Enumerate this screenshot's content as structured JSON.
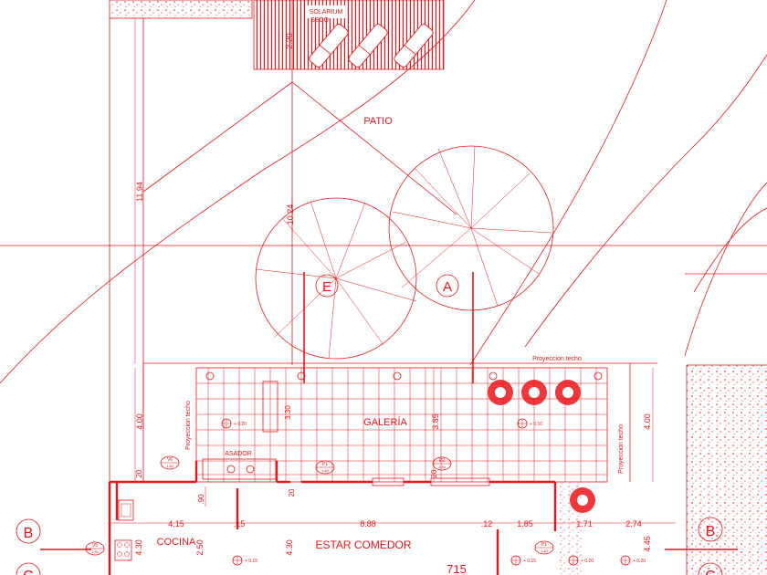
{
  "colors": {
    "line": "#e8161b",
    "background": "#ffffff"
  },
  "rooms": {
    "solarium": "SOLARIUM",
    "seco": "SECO",
    "patio": "PATIO",
    "galeria": "GALERÍA",
    "asador": "ASADOR",
    "cocina": "COCINA",
    "estar_comedor": "ESTAR COMEDOR"
  },
  "notes": {
    "proyeccion_top": "Proyeccion techo",
    "proyeccion_left": "Proyeccion techo",
    "proyeccion_right": "Proyeccion techo"
  },
  "grid_markers": {
    "e": "E",
    "a": "A",
    "b_left": "B",
    "b_right": "B",
    "c_left": "C",
    "c_right": "C"
  },
  "dimensions": {
    "d220": "2.20",
    "d1194": "11.94",
    "d1024": "10.24",
    "d400_left": "4.00",
    "d400_right": "4.00",
    "d385": "3.85",
    "d330": "3.30",
    "d20_a": "20",
    "d20_b": "20",
    "d20_c": "20",
    "d90": ".90",
    "d415": "4.15",
    "d15": ".15",
    "d888": "8.88",
    "d12": ".12",
    "d185": "1.85",
    "d171": "1.71",
    "d274": "2.74",
    "d445": "4.45",
    "d430_a": "4.30",
    "d430_b": "4.30",
    "d250": "2.50",
    "d715": "715"
  },
  "levels": {
    "l1": "+ 0.20",
    "l2": "+ 0.10",
    "l3": "+ 0.15",
    "l4": "+ 0.15",
    "l5": "+ 0.20",
    "l6": "+ 0.20"
  },
  "tags": {
    "p1_top": "P1",
    "p1_top_sub": "1.80",
    "p1_bot": "P1",
    "p1_bot_sub": "1.80",
    "v5": "V5",
    "v5_sub": "1.80",
    "v6": "V6",
    "v6_sub": "1.80",
    "p2": "P2",
    "p2_sub": "1.80"
  }
}
